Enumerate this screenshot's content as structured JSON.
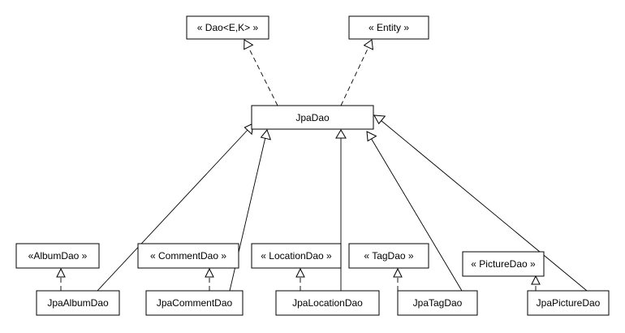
{
  "diagram": {
    "type": "uml-class-diagram",
    "classes": {
      "dao_interface": "« Dao<E,K> »",
      "entity_interface": "« Entity »",
      "jpa_dao": "JpaDao",
      "album_dao": "«AlbumDao »",
      "comment_dao": "« CommentDao »",
      "location_dao": "« LocationDao »",
      "tag_dao": "« TagDao »",
      "picture_dao": "« PictureDao »",
      "jpa_album_dao": "JpaAlbumDao",
      "jpa_comment_dao": "JpaCommentDao",
      "jpa_location_dao": "JpaLocationDao",
      "jpa_tag_dao": "JpaTagDao",
      "jpa_picture_dao": "JpaPictureDao"
    },
    "relationships": [
      {
        "from": "jpa_dao",
        "to": "dao_interface",
        "kind": "realization"
      },
      {
        "from": "jpa_dao",
        "to": "entity_interface",
        "kind": "realization"
      },
      {
        "from": "jpa_album_dao",
        "to": "album_dao",
        "kind": "realization"
      },
      {
        "from": "jpa_comment_dao",
        "to": "comment_dao",
        "kind": "realization"
      },
      {
        "from": "jpa_location_dao",
        "to": "location_dao",
        "kind": "realization"
      },
      {
        "from": "jpa_tag_dao",
        "to": "tag_dao",
        "kind": "realization"
      },
      {
        "from": "jpa_picture_dao",
        "to": "picture_dao",
        "kind": "realization"
      },
      {
        "from": "jpa_album_dao",
        "to": "jpa_dao",
        "kind": "generalization"
      },
      {
        "from": "jpa_comment_dao",
        "to": "jpa_dao",
        "kind": "generalization"
      },
      {
        "from": "jpa_location_dao",
        "to": "jpa_dao",
        "kind": "generalization"
      },
      {
        "from": "jpa_tag_dao",
        "to": "jpa_dao",
        "kind": "generalization"
      },
      {
        "from": "jpa_picture_dao",
        "to": "jpa_dao",
        "kind": "generalization"
      }
    ]
  }
}
